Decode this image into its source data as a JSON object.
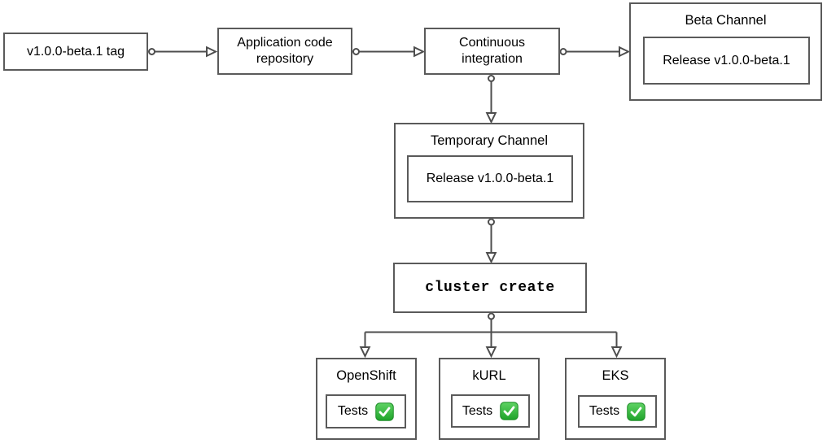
{
  "diagram": {
    "colors": {
      "box_border": "#5a5a5a",
      "edge_stroke": "#4d4d4d",
      "text": "#000000",
      "check_green_top": "#5fd364",
      "check_green_bottom": "#1fa32a",
      "background": "#ffffff"
    },
    "nodes": {
      "tag": {
        "label": "v1.0.0-beta.1 tag"
      },
      "repository": {
        "label": "Application code repository"
      },
      "ci": {
        "label": "Continuous integration"
      },
      "beta_channel": {
        "title": "Beta Channel",
        "release": "Release v1.0.0-beta.1"
      },
      "temporary_channel": {
        "title": "Temporary Channel",
        "release": "Release v1.0.0-beta.1"
      },
      "cluster_create": {
        "label": "cluster create"
      },
      "platforms": [
        {
          "title": "OpenShift",
          "tests_label": "Tests",
          "status_icon": "check-mark-button"
        },
        {
          "title": "kURL",
          "tests_label": "Tests",
          "status_icon": "check-mark-button"
        },
        {
          "title": "EKS",
          "tests_label": "Tests",
          "status_icon": "check-mark-button"
        }
      ]
    }
  }
}
